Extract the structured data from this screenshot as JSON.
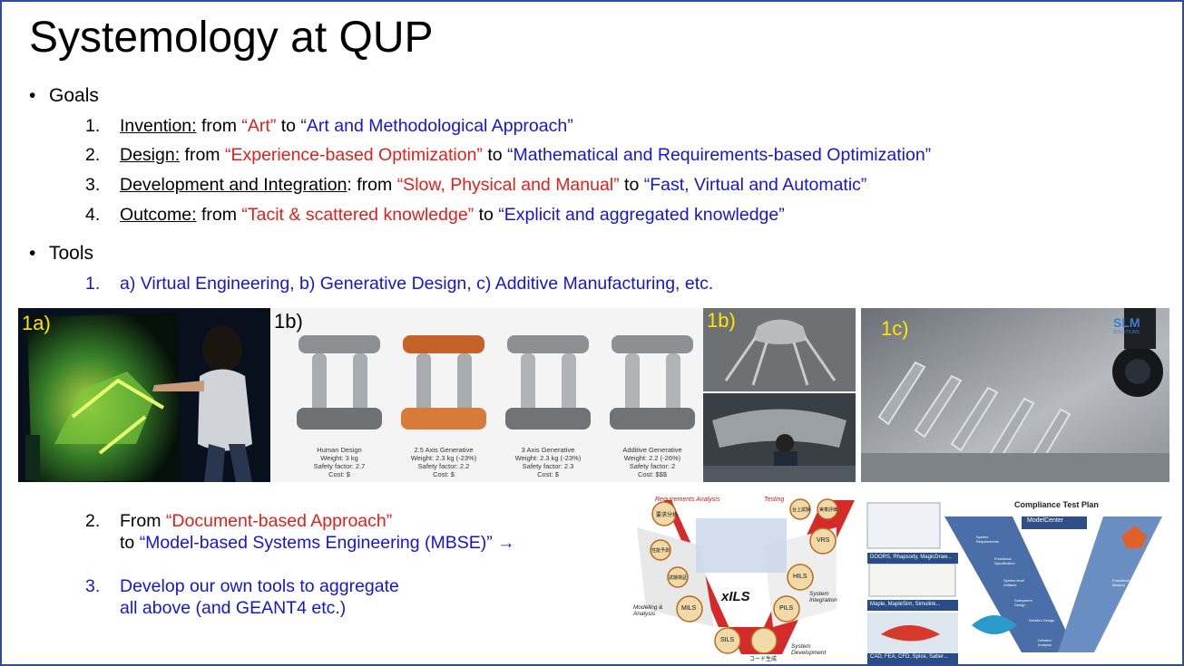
{
  "title": "Systemology at QUP",
  "goals": {
    "label": "Goals",
    "items": [
      {
        "num": "1.",
        "head": "Invention:",
        "mid": " from ",
        "from": "“Art”",
        "to_word": " to ",
        "to": "“Art and Methodological Approach”"
      },
      {
        "num": "2.",
        "head": "Design:",
        "mid": " from ",
        "from": "“Experience-based Optimization”",
        "to_word": " to ",
        "to": "“Mathematical and Requirements-based Optimization”"
      },
      {
        "num": "3.",
        "head": "Development and Integration",
        "mid": ": from ",
        "from": "“Slow, Physical and Manual”",
        "to_word": " to ",
        "to": "“Fast, Virtual and Automatic”"
      },
      {
        "num": "4.",
        "head": "Outcome:",
        "mid": " from ",
        "from": "“Tacit & scattered knowledge”",
        "to_word": " to ",
        "to": "“Explicit and aggregated knowledge”"
      }
    ]
  },
  "tools": {
    "label": "Tools",
    "item1_num": "1.",
    "item1_text": "a) Virtual Engineering, b) Generative Design, c) Additive Manufacturing, etc."
  },
  "images": {
    "tag_1a": "1a)",
    "tag_1b": "1b)",
    "tag_1b2": "1b)",
    "tag_1c": "1c)",
    "brand_1c": "SLM",
    "brand_1c_sub": "SOLUTIONS",
    "captions": [
      {
        "l1": "Human Design",
        "l2": "Weight: 3 kg",
        "l3": "Safety factor: 2.7",
        "l4": "Cost: $"
      },
      {
        "l1": "2.5 Axis Generative",
        "l2": "Weight: 2.3 kg (-23%)",
        "l3": "Safety factor: 2.2",
        "l4": "Cost: $"
      },
      {
        "l1": "3 Axis Generative",
        "l2": "Weight: 2.3 kg (-23%)",
        "l3": "Safety factor: 2.3",
        "l4": "Cost: $"
      },
      {
        "l1": "Additive Generative",
        "l2": "Weight: 2.2 (-26%)",
        "l3": "Safety factor: 2",
        "l4": "Cost: $$$"
      }
    ]
  },
  "bottom": {
    "item2_num": "2.",
    "item2_a": "From ",
    "item2_from": "“Document-based Approach”",
    "item2_b": "to ",
    "item2_to": "“Model-based Systems Engineering (MBSE)” →",
    "item3_num": "3.",
    "item3_l1": "Develop our own tools to aggregate",
    "item3_l2": "all above (and GEANT4 etc.)"
  },
  "xils": {
    "req": "Requirements Analysis",
    "testing": "Testing",
    "center": "xILS",
    "modeling": "Modeling & Analysis",
    "sysint": "System Integration",
    "sysdev": "System Development",
    "nodes": [
      "要求分析",
      "性能予測",
      "試験検証",
      "MILS",
      "SILS",
      "PILS",
      "HILS",
      "VRS",
      "コード生成",
      "台上試験",
      "実車評価"
    ]
  },
  "compliance": {
    "title": "Compliance Test Plan",
    "modelcenter": "ModelCenter",
    "tool1": "DOORS, Rhapsody, MagicDraw...",
    "tool2": "Maple, MapleSim, Simulink...",
    "tool3": "CAD, FEA, CFD, Spice, Saber...",
    "v_labels": [
      "System Requirements",
      "Functional Specification",
      "System-level Artifacts",
      "Subsystem Design",
      "Detailed Design",
      "Detailed Analysis",
      "Functional Mockup"
    ]
  }
}
